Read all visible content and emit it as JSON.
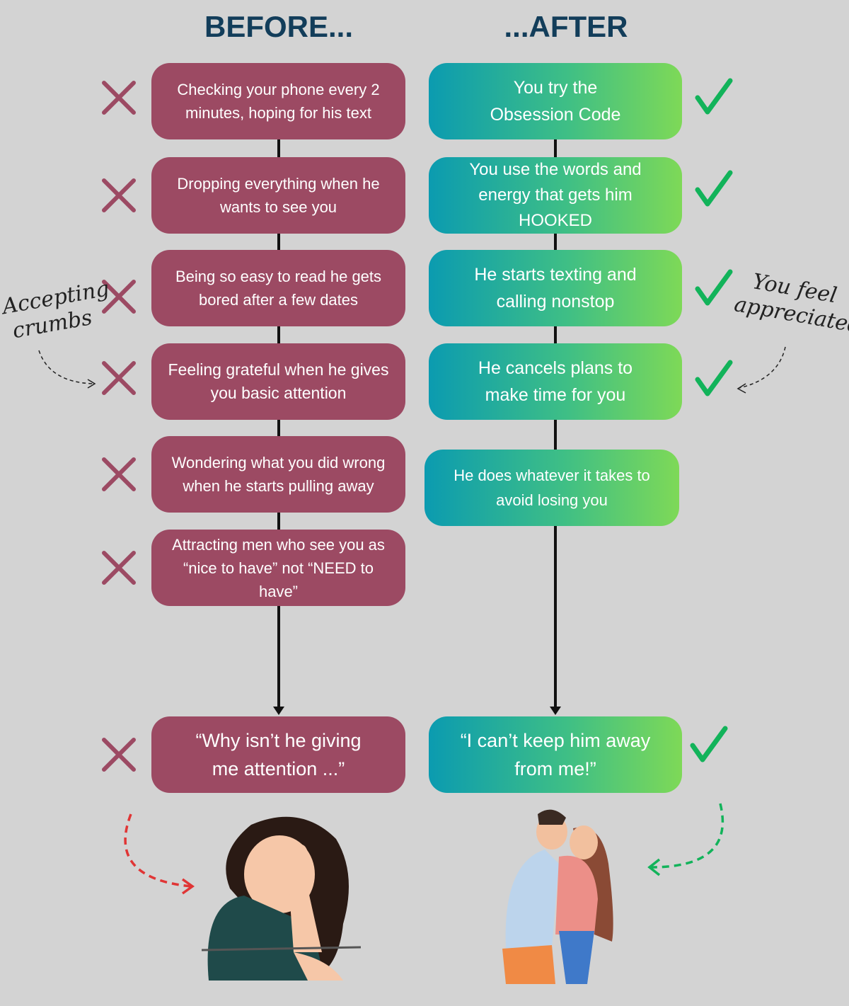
{
  "titles": {
    "before": "BEFORE...",
    "after": "...AFTER"
  },
  "before": [
    "Checking your phone every 2 minutes, hoping for his text",
    "Dropping everything when he wants to see you",
    "Being so easy to read he gets bored after a few dates",
    "Feeling grateful when he gives you basic attention",
    "Wondering what you did wrong when he starts pulling away",
    "Attracting men who see you as “nice to have” not “NEED to have”"
  ],
  "before_result": "“Why isn’t he giving me attention ...”",
  "after": [
    "You try the Obsession Code",
    "You use the words and energy that gets him HOOKED",
    "He starts texting and calling nonstop",
    "He cancels plans to make time for you",
    "He does whatever it takes to avoid losing you"
  ],
  "after_result": "“I can’t keep him away from me!”",
  "notes": {
    "left": "Accepting crumbs",
    "right": "You feel appreciated"
  },
  "colors": {
    "bad": "#9c4a63",
    "good_start": "#0b9bb0",
    "good_end": "#7ed957",
    "check": "#12b35a",
    "title": "#123d5a"
  }
}
